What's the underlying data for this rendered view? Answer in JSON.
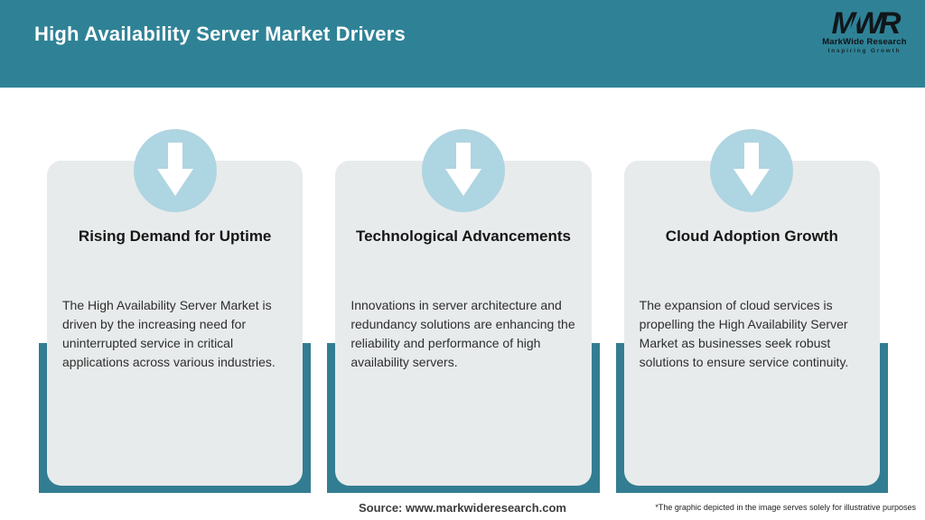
{
  "header": {
    "title": "High Availability Server Market Drivers",
    "logo": {
      "wordmark": "MWR",
      "name": "MarkWide Research",
      "tagline": "Inspiring Growth"
    }
  },
  "cards": [
    {
      "title": "Rising Demand for Uptime",
      "body": "The High Availability Server Market is driven by the increasing need for uninterrupted service in critical applications across various industries."
    },
    {
      "title": "Technological Advancements",
      "body": "Innovations in server architecture and redundancy solutions are enhancing the reliability and performance of high availability servers."
    },
    {
      "title": "Cloud Adoption Growth",
      "body": "The expansion of cloud services is propelling the High Availability Server Market as businesses seek robust solutions to ensure service continuity."
    }
  ],
  "footer": {
    "source": "Source: www.markwideresearch.com",
    "disclaimer": "*The graphic depicted in the image serves solely for illustrative purposes"
  },
  "colors": {
    "header_teal": "#2f8296",
    "panel_teal": "#337d92",
    "card_bg": "#e8ebec",
    "circle_blue": "#aed5e2",
    "title_text": "#ffffff"
  }
}
